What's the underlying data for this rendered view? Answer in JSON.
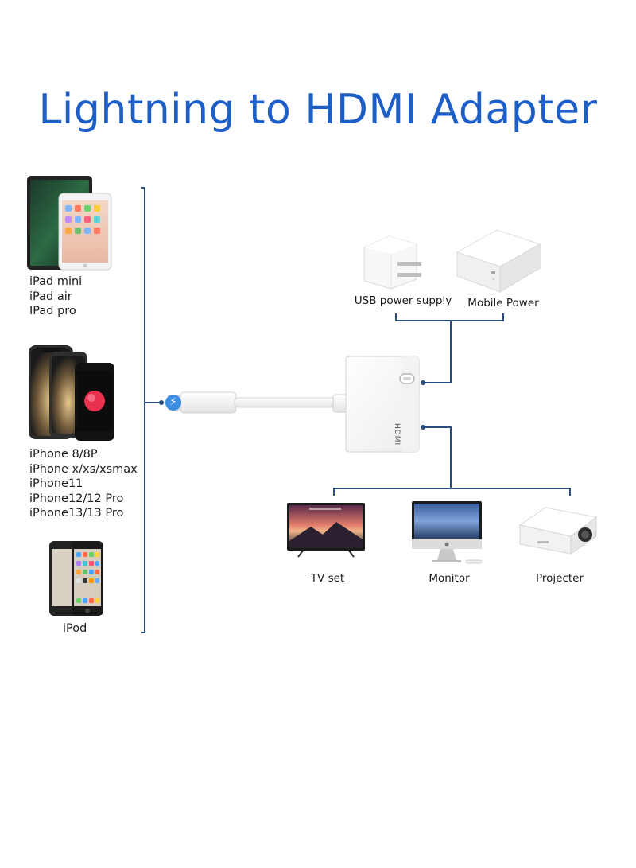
{
  "title": "Lightning to HDMI Adapter",
  "devices": {
    "ipad": [
      "iPad mini",
      "iPad air",
      "IPad pro"
    ],
    "iphone": [
      "iPhone 8/8P",
      "iPhone x/xs/xsmax",
      "iPhone11",
      "iPhone12/12 Pro",
      "iPhone13/13 Pro"
    ],
    "ipod": [
      "iPod"
    ]
  },
  "power": {
    "usb_power_supply": "USB power supply",
    "mobile_power": "Mobile Power"
  },
  "adapter": {
    "port_label": "HDMI"
  },
  "outputs": {
    "tv": "TV set",
    "monitor": "Monitor",
    "projector": "Projecter"
  },
  "colors": {
    "title": "#1e5fc7",
    "lines": "#2a4d80",
    "lightning_badge": "#3b8de0"
  }
}
